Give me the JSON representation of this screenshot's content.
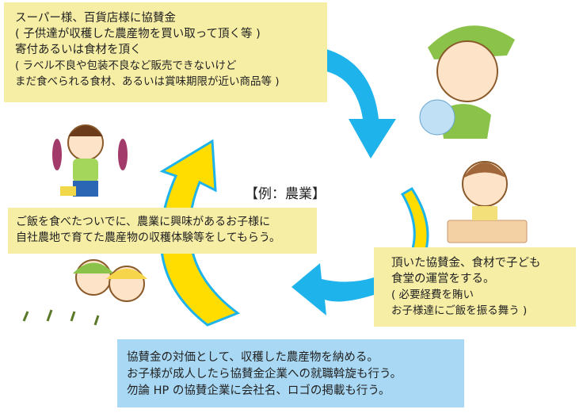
{
  "example_label": "【例：農業】",
  "top_box": {
    "line1": "スーパー様、百貨店様に協賛金",
    "line2": "( 子供達が収穫した農産物を買い取って頂く等 )",
    "line3": "寄付あるいは食材を頂く",
    "line4": "( ラベル不良や包装不良など販売できないけど",
    "line5": "まだ食べられる食材、あるいは賞味期限が近い商品等 )"
  },
  "right_box": {
    "line1": "頂いた協賛金、食材で子ども",
    "line2": "食堂の運営をする。",
    "line3": "( 必要経費を賄い",
    "line4": "お子様達にご飯を振る舞う )"
  },
  "mid_box": {
    "line1": "ご飯を食べたついでに、農業に興味があるお子様に",
    "line2": "自社農地で育てた農産物の収穫体験等をしてもらう。"
  },
  "bottom_box": {
    "line1": "協賛金の対価として、収穫した農産物を納める。",
    "line2": "お子様が成人したら協賛金企業への就職斡旋も行う。",
    "line3": "勿論 HP の協賛企業に会社名、ロゴの掲載も行う。"
  },
  "colors": {
    "note_yellow": "#f7eea6",
    "note_blue": "#a8d8f3",
    "arrow_blue": "#1fb3ec",
    "arrow_yellow": "#ffdd00"
  }
}
